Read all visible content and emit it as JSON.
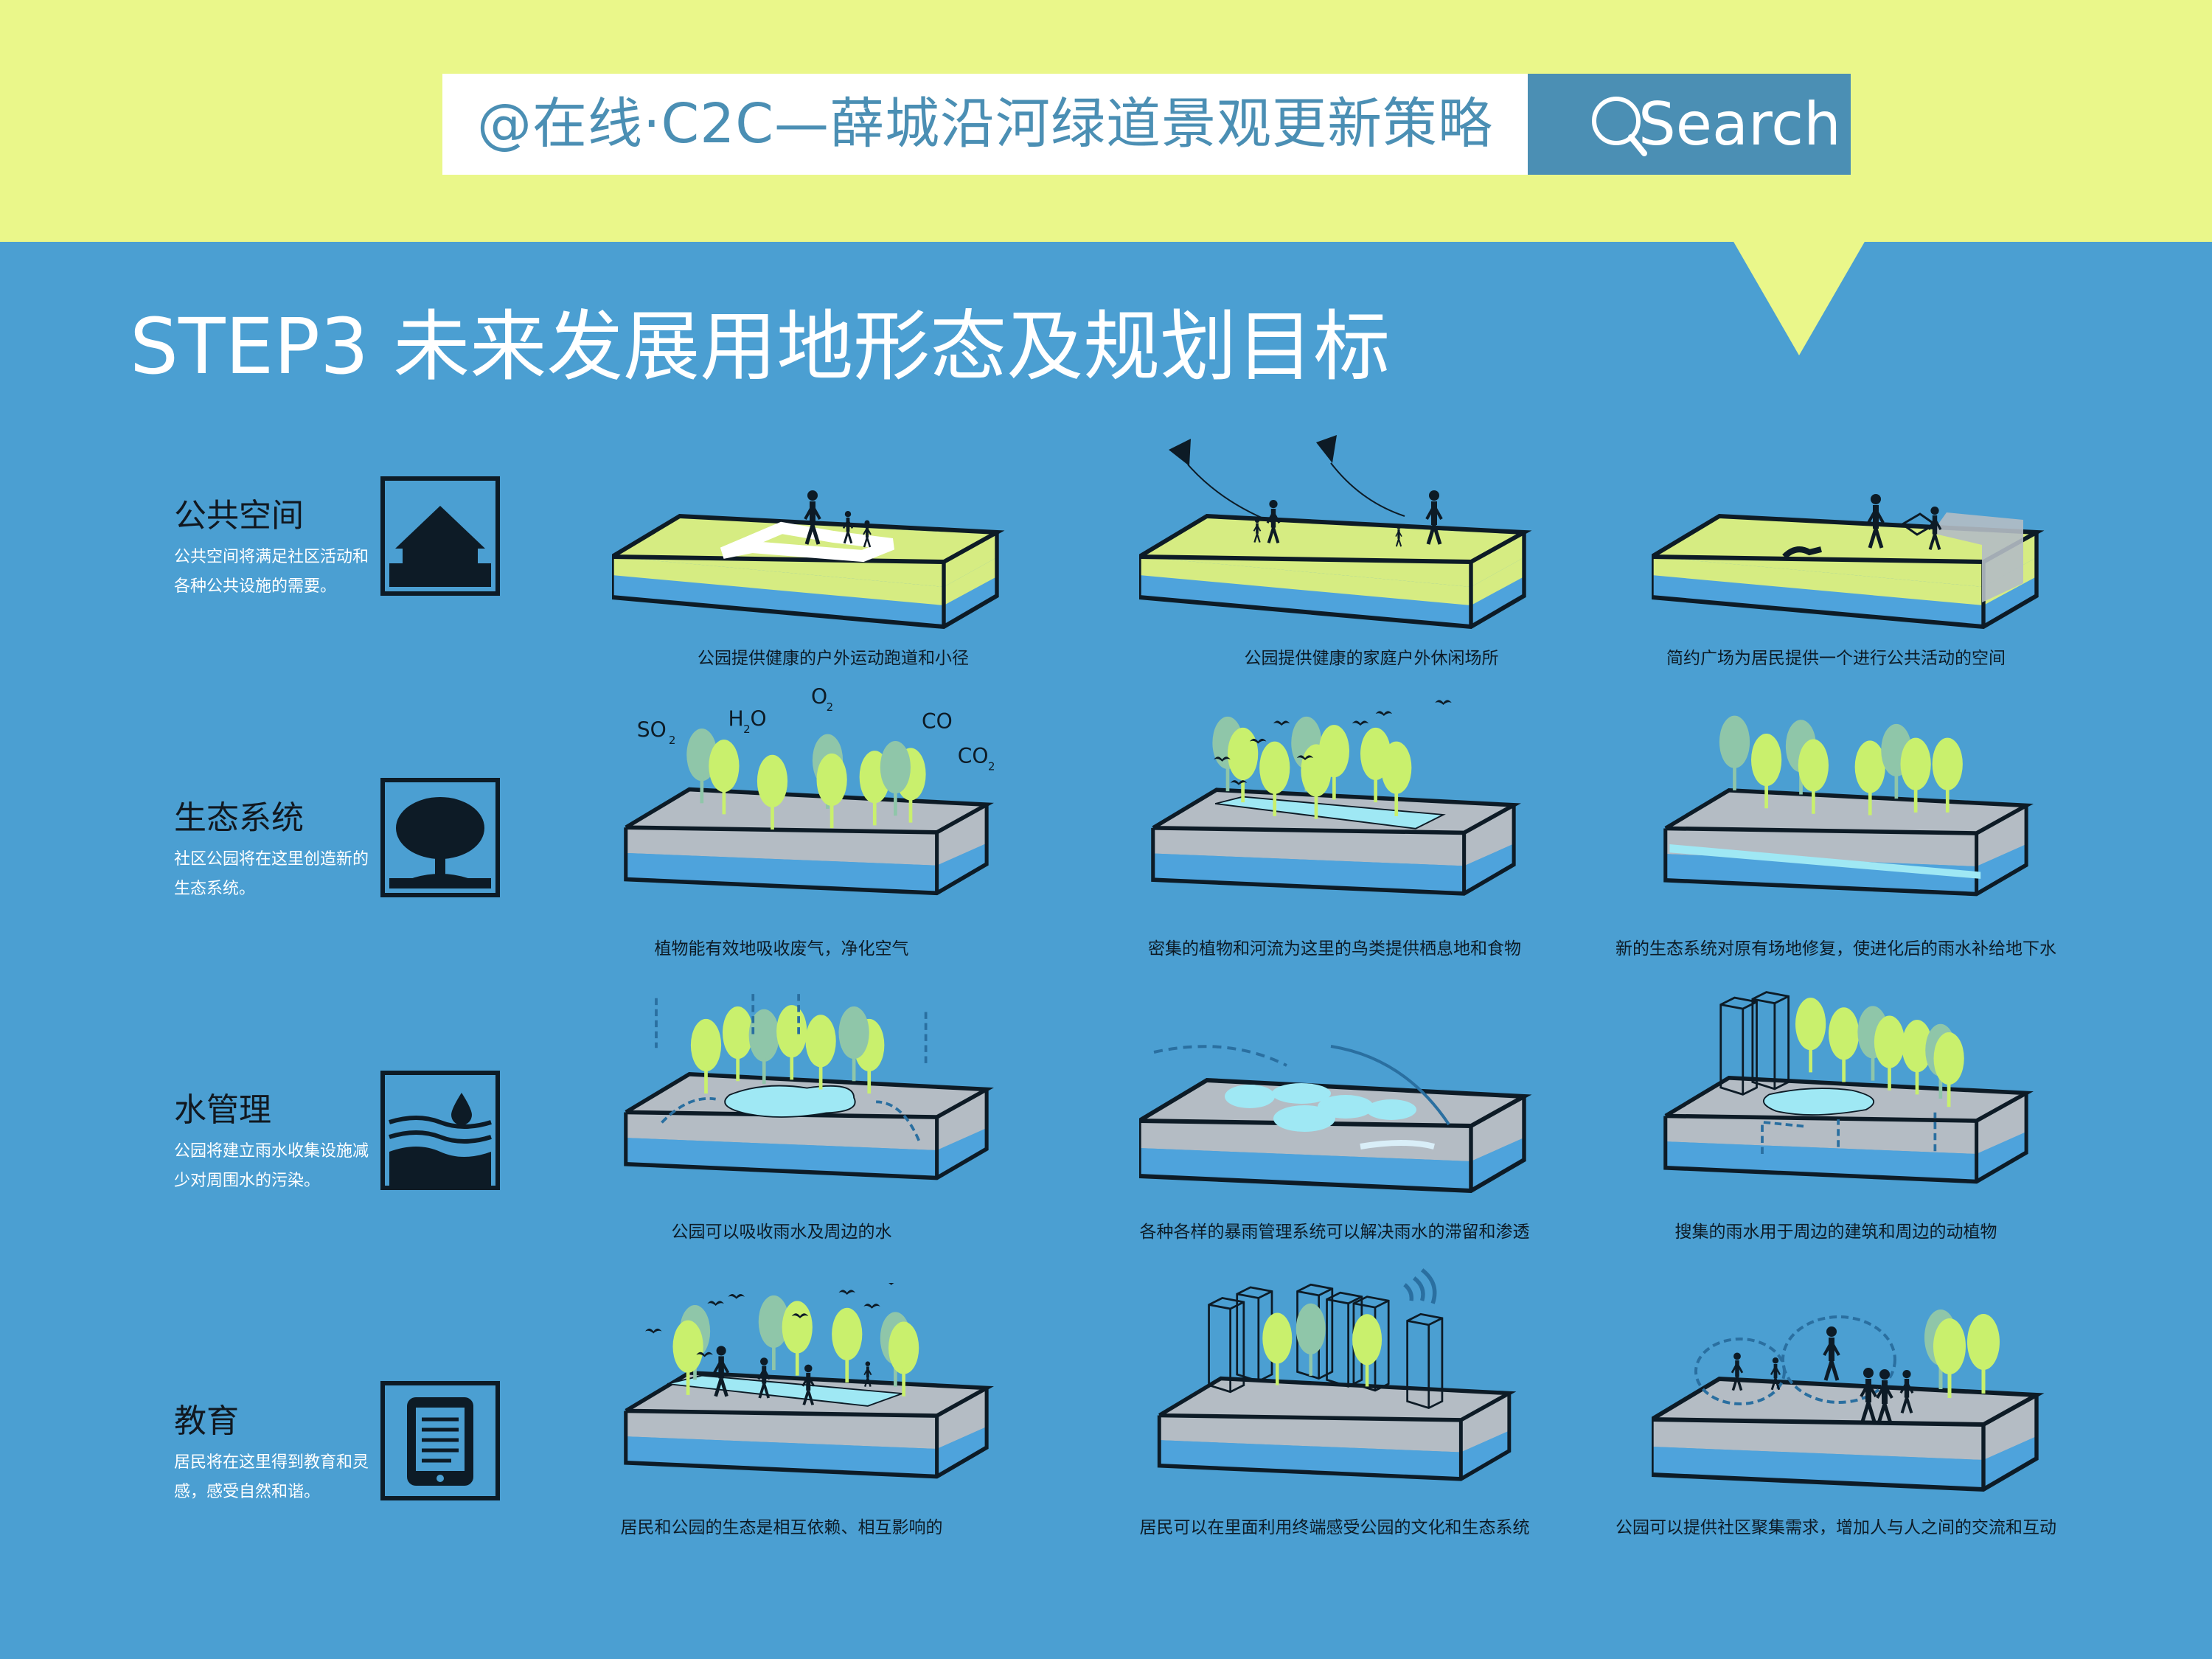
{
  "header": {
    "title": "@在线·C2C—薛城沿河绿道景观更新策略",
    "search_label": "Search"
  },
  "step_title": "STEP3 未来发展用地形态及规划目标",
  "categories": [
    {
      "title": "公共空间",
      "desc": "公共空间将满足社区活动和各种公共设施的需要。",
      "icon": "house-icon"
    },
    {
      "title": "生态系统",
      "desc": "社区公园将在这里创造新的生态系统。",
      "icon": "tree-icon"
    },
    {
      "title": "水管理",
      "desc": "公园将建立雨水收集设施减少对周围水的污染。",
      "icon": "water-drop-waves-icon"
    },
    {
      "title": "教育",
      "desc": "居民将在这里得到教育和灵感，感受自然和谐。",
      "icon": "tablet-icon"
    }
  ],
  "captions": {
    "r1c1": "公园提供健康的户外运动跑道和小径",
    "r1c2": "公园提供健康的家庭户外休闲场所",
    "r1c3": "简约广场为居民提供一个进行公共活动的空间",
    "r2c1": "植物能有效地吸收废气，净化空气",
    "r2c2": "密集的植物和河流为这里的鸟类提供栖息地和食物",
    "r2c3": "新的生态系统对原有场地修复，使进化后的雨水补给地下水",
    "r3c1": "公园可以吸收雨水及周边的水",
    "r3c2": "各种各样的暴雨管理系统可以解决雨水的滞留和渗透",
    "r3c3": "搜集的雨水用于周边的建筑和周边的动植物",
    "r4c1": "居民和公园的生态是相互依赖、相互影响的",
    "r4c2": "居民可以在里面利用终端感受公园的文化和生态系统",
    "r4c3": "公园可以提供社区聚集需求，增加人与人之间的交流和互动"
  },
  "gas_labels": {
    "so2": "SO",
    "h2o_h": "H",
    "h2o_o": "O",
    "o2": "O",
    "co": "CO",
    "co2": "CO",
    "sub2": "2"
  },
  "colors": {
    "background": "#4b9fd2",
    "top_band": "#eaf78a",
    "search_box": "#4b8fb4",
    "grass": "#d6ec82",
    "tree": "#c9f06d",
    "pavement": "#b4bcc4",
    "water": "#9fe8f4",
    "ink": "#0d1b26"
  }
}
